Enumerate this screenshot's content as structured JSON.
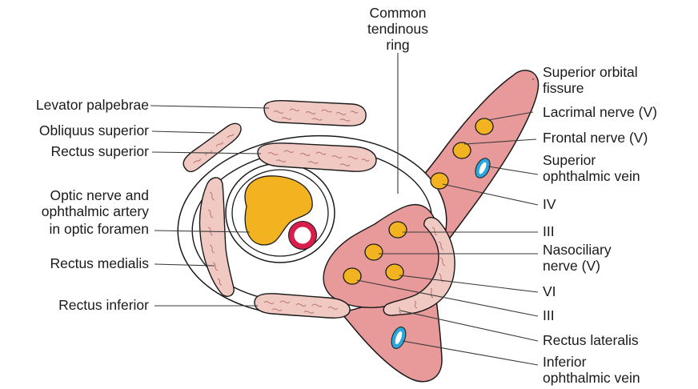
{
  "colors": {
    "fissure_fill": "#e8999a",
    "muscle_fill": "#f0c9c2",
    "nerve_fill": "#f3b21f",
    "artery_red": "#d81e4a",
    "vein_blue": "#2aa7dc",
    "outline": "#1a1a1a",
    "background": "#ffffff"
  },
  "labels": {
    "common_tendinous_ring": [
      "Common",
      "tendinous",
      "ring"
    ],
    "levator_palpebrae": "Levator palpebrae",
    "obliquus_superior": "Obliquus superior",
    "rectus_superior": "Rectus superior",
    "optic_nerve": [
      "Optic nerve and",
      "ophthalmic artery",
      "in optic foramen"
    ],
    "rectus_medialis": "Rectus medialis",
    "rectus_inferior": "Rectus inferior",
    "superior_orbital_fissure": [
      "Superior orbital",
      "fissure"
    ],
    "lacrimal_nerve": "Lacrimal nerve (V)",
    "frontal_nerve": "Frontal nerve (V)",
    "superior_ophthalmic_vein": [
      "Superior",
      "ophthalmic vein"
    ],
    "iv": "IV",
    "iii_upper": "III",
    "nasociliary_nerve": [
      "Nasociliary",
      "nerve (V)"
    ],
    "vi": "VI",
    "iii_lower": "III",
    "rectus_lateralis": "Rectus lateralis",
    "inferior_ophthalmic_vein": [
      "Inferior",
      "ophthalmic vein"
    ]
  }
}
